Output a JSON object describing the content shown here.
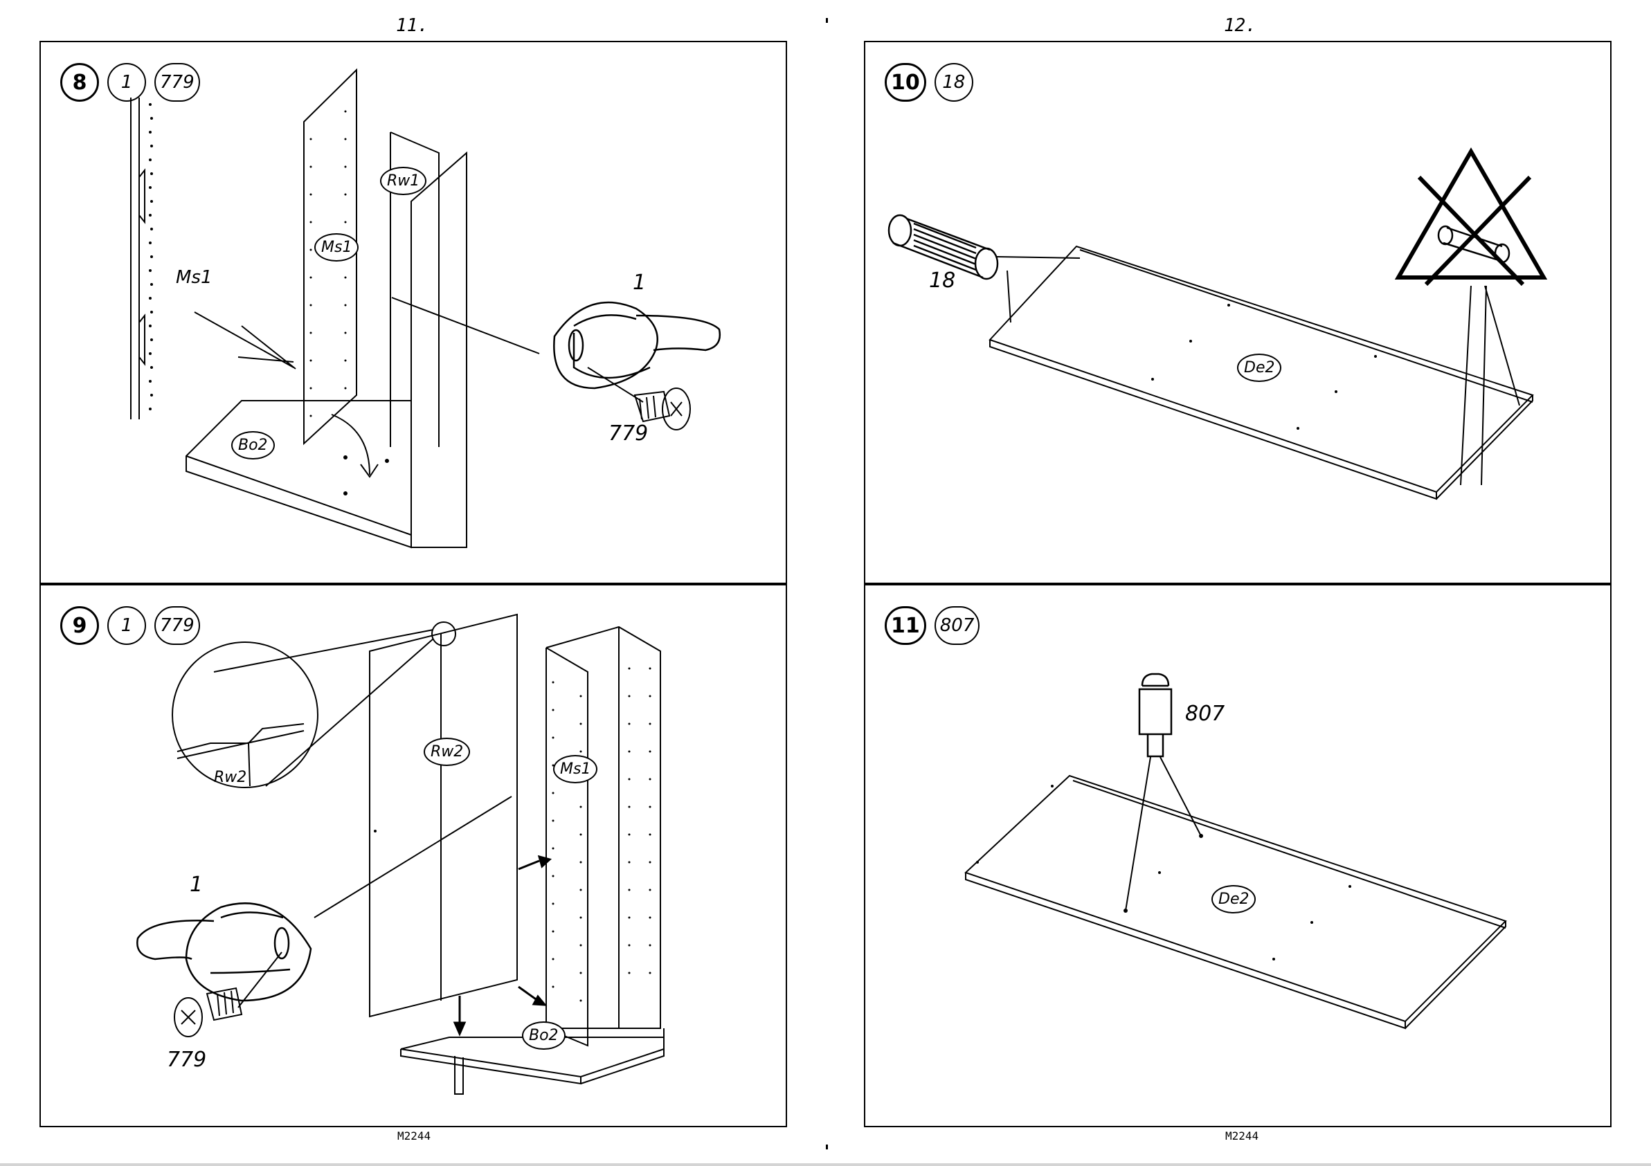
{
  "pages": [
    {
      "number": "11.",
      "code": "M2244"
    },
    {
      "number": "12.",
      "code": "M2244"
    }
  ],
  "steps": [
    {
      "step": "8",
      "parts": [
        "1",
        "779"
      ],
      "labels": {
        "panel_a": "Ms1",
        "panel_b": "Rw1",
        "base": "Bo2",
        "detail": "Ms1",
        "connector": "1",
        "screw": "779"
      }
    },
    {
      "step": "10",
      "parts": [
        "18"
      ],
      "labels": {
        "dowel": "18",
        "shelf": "De2"
      }
    },
    {
      "step": "9",
      "parts": [
        "1",
        "779"
      ],
      "labels": {
        "back": "Rw2",
        "detail": "Rw2",
        "side": "Ms1",
        "base": "Bo2",
        "connector": "1",
        "screw": "779"
      }
    },
    {
      "step": "11",
      "parts": [
        "807"
      ],
      "labels": {
        "pin": "807",
        "shelf": "De2"
      }
    }
  ],
  "icons": [
    "no-hammer-warning-icon",
    "dowel-icon",
    "screw-icon",
    "cam-connector-icon",
    "shelf-pin-icon",
    "arrow-icon"
  ]
}
